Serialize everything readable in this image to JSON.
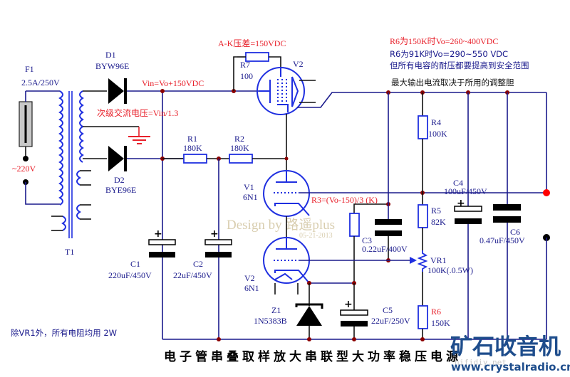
{
  "title": "电子管串叠取样放大串联型大功率稳压电源",
  "components": {
    "F1": {
      "ref": "F1",
      "value": "2.5A/250V"
    },
    "mains": {
      "value": "~220V"
    },
    "T1": {
      "ref": "T1"
    },
    "D1": {
      "ref": "D1",
      "value": "BYW96E"
    },
    "D2": {
      "ref": "D2",
      "value": "BYE96E"
    },
    "R1": {
      "ref": "R1",
      "value": "180K"
    },
    "R2": {
      "ref": "R2",
      "value": "180K"
    },
    "R3": {
      "ref": "R3=(Vo-150)/3 (K)"
    },
    "R4": {
      "ref": "R4",
      "value": "100K"
    },
    "R5": {
      "ref": "R5",
      "value": "82K"
    },
    "R6": {
      "ref": "R6",
      "value": "150K"
    },
    "R7": {
      "ref": "R7",
      "value": "100"
    },
    "VR1": {
      "ref": "VR1",
      "value": "100K(.0.5W)"
    },
    "C1": {
      "ref": "C1",
      "value": "220uF/450V"
    },
    "C2": {
      "ref": "C2",
      "value": "22uF/450V"
    },
    "C3": {
      "ref": "C3",
      "value": "0.22uF/400V"
    },
    "C4": {
      "ref": "C4",
      "value": "100uF/450V"
    },
    "C5": {
      "ref": "C5",
      "value": "22uF/250V"
    },
    "C6": {
      "ref": "C6",
      "value": "0.47uF/450V"
    },
    "V1": {
      "ref": "V1",
      "value": "6N1"
    },
    "V2_top": {
      "ref": "V2"
    },
    "V2_bot": {
      "ref": "V2",
      "value": "6N1"
    },
    "Z1": {
      "ref": "Z1",
      "value": "1N5383B"
    }
  },
  "annotations": {
    "vin": "Vin=Vo+150VDC",
    "ak_drop": "A-K压差=150VDC",
    "secondary_ac": "次级交流电压=Vin/1.3",
    "r6_150k": "R6为150K时Vo=260~400VDC",
    "r6_91k": "R6为91K时Vo=290~550 VDC",
    "cap_warning": "但所有电容的耐压都要提高到安全范围",
    "max_current": "最大输出电流取决于所用的调整胆",
    "resistor_note": "除VR1外，所有电阻均用 2W"
  },
  "watermark": {
    "design": "Design by 路遥plus",
    "date": "05-21-2013",
    "site": "hifidiy.net"
  },
  "logo": {
    "name": "矿石收音机",
    "url": "www.crystalradio.cn"
  },
  "colors": {
    "wire": "#1a1a8c",
    "component": "#1f2fe0",
    "annotation_red": "#e8202a",
    "junction": "#8b0000",
    "output_positive": "#ff0000",
    "output_negative": "#000000",
    "logo": "#1e4d8c"
  }
}
